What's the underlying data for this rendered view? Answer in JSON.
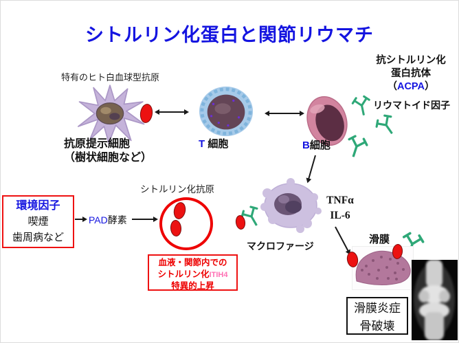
{
  "title": {
    "text": "シトルリン化蛋白と関節リウマチ"
  },
  "hla_label": "特有のヒト白血球型抗原",
  "apc": {
    "line1": "抗原提示細胞",
    "line2": "（樹状細胞など）"
  },
  "t_cell": {
    "prefix": "T",
    "suffix": " 細胞"
  },
  "b_cell": {
    "prefix": "B",
    "suffix": "細胞"
  },
  "acpa": {
    "line1": "抗シトルリン化",
    "line2": "蛋白抗体",
    "paren_open": "（",
    "acronym": "ACPA",
    "paren_close": "）"
  },
  "rheumatoid_factor": {
    "label": "リウマトイド因子"
  },
  "env_box": {
    "title": "環境因子",
    "line2": "喫煙",
    "line3": "歯周病など"
  },
  "pad": {
    "prefix": "PAD",
    "suffix": "酵素"
  },
  "citrullinated_antigen": {
    "label": "シトルリン化抗原"
  },
  "red_note": {
    "line1": "血液・関節内での",
    "line2_main": "シトルリン化",
    "line2_sub": "ITIH4",
    "line3": "特異的上昇"
  },
  "macrophage": {
    "label": "マクロファージ"
  },
  "cytokines": {
    "line1": "TNFα",
    "line2": "IL-6"
  },
  "synovium": {
    "label": "滑膜"
  },
  "outcome_box": {
    "line1": "滑膜炎症",
    "line2": "骨破壊"
  },
  "colors": {
    "title_blue": "#1414e0",
    "accent_red": "#ee1111",
    "antibody_green": "#2fa878",
    "itih4_pink": "#ff70b4"
  }
}
